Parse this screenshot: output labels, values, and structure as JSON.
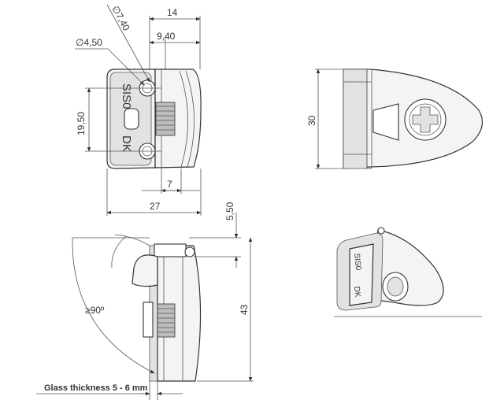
{
  "drawing": {
    "dimensions": {
      "top_width": "14",
      "dia_large": "∅7,40",
      "dia_small": "∅4,50",
      "inner_width": "9,40",
      "hole_spacing": "19,50",
      "slot": "7",
      "total_width": "27",
      "height": "30",
      "offset": "5,50",
      "side_height": "43",
      "angle": "≥90º"
    },
    "engraving": {
      "brand": "SIS0",
      "model": "DK"
    },
    "note": "Glass thickness 5 - 6 mm"
  }
}
